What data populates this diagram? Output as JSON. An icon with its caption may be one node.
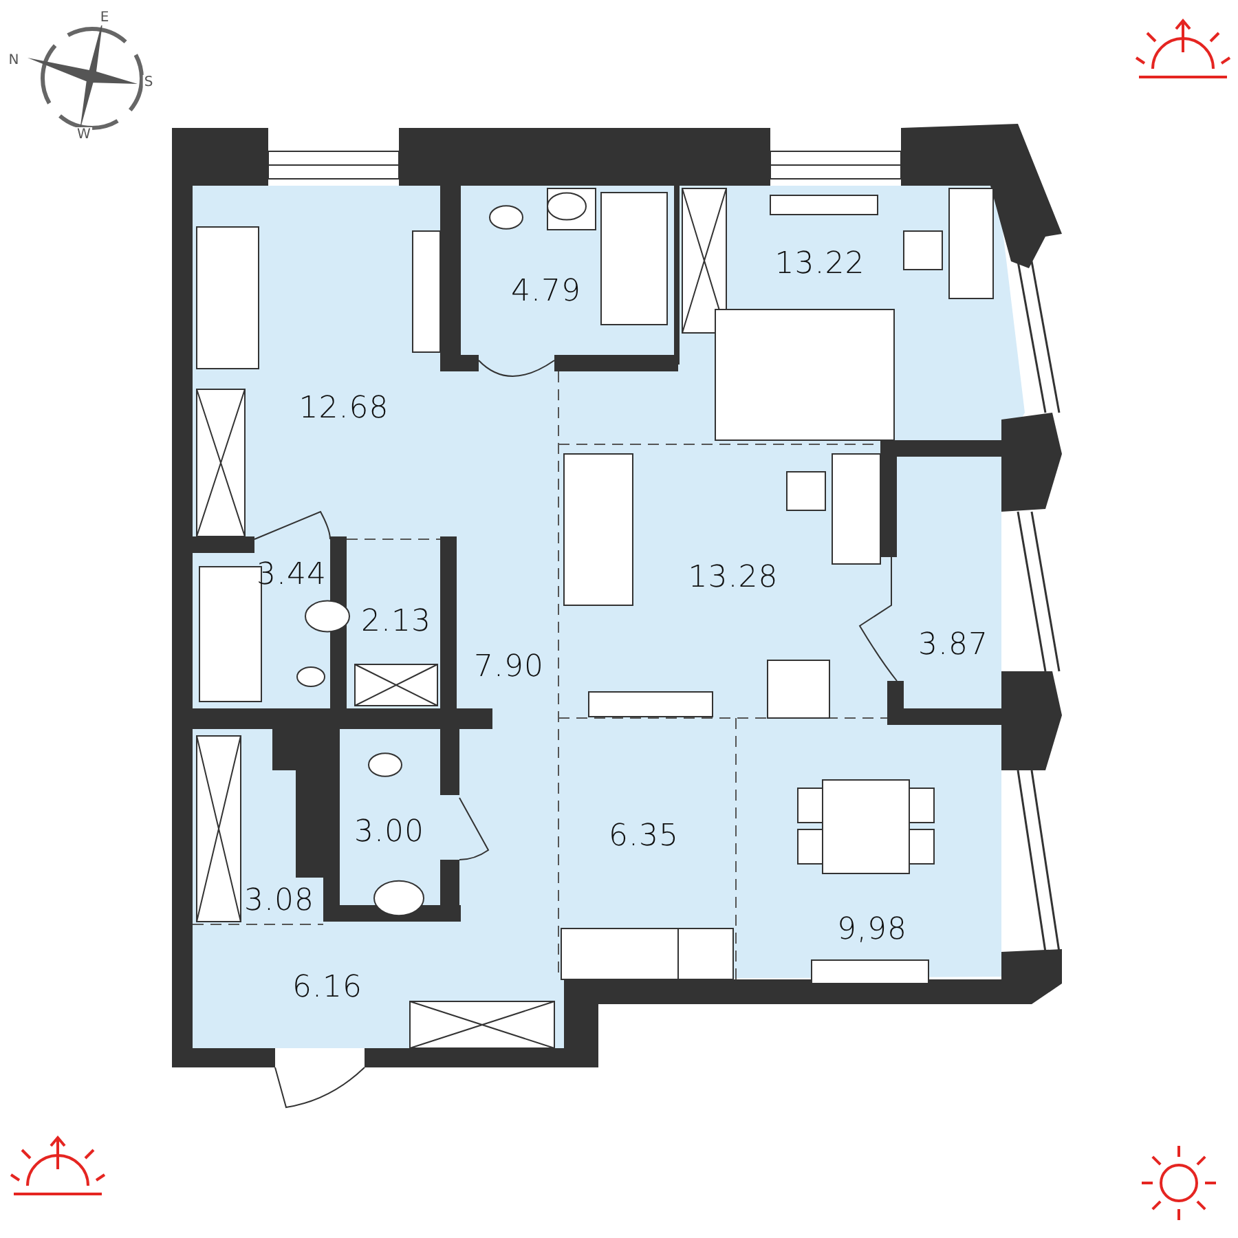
{
  "diagram": {
    "labels": [
      "E",
      "N",
      "S",
      "W",
      "4.79",
      "13.22",
      "12.68",
      "13.28",
      "3.44",
      "2.13",
      "7.90",
      "3.87",
      "3.00",
      "6.35",
      "3.08",
      "9,98",
      "6.16"
    ]
  }
}
